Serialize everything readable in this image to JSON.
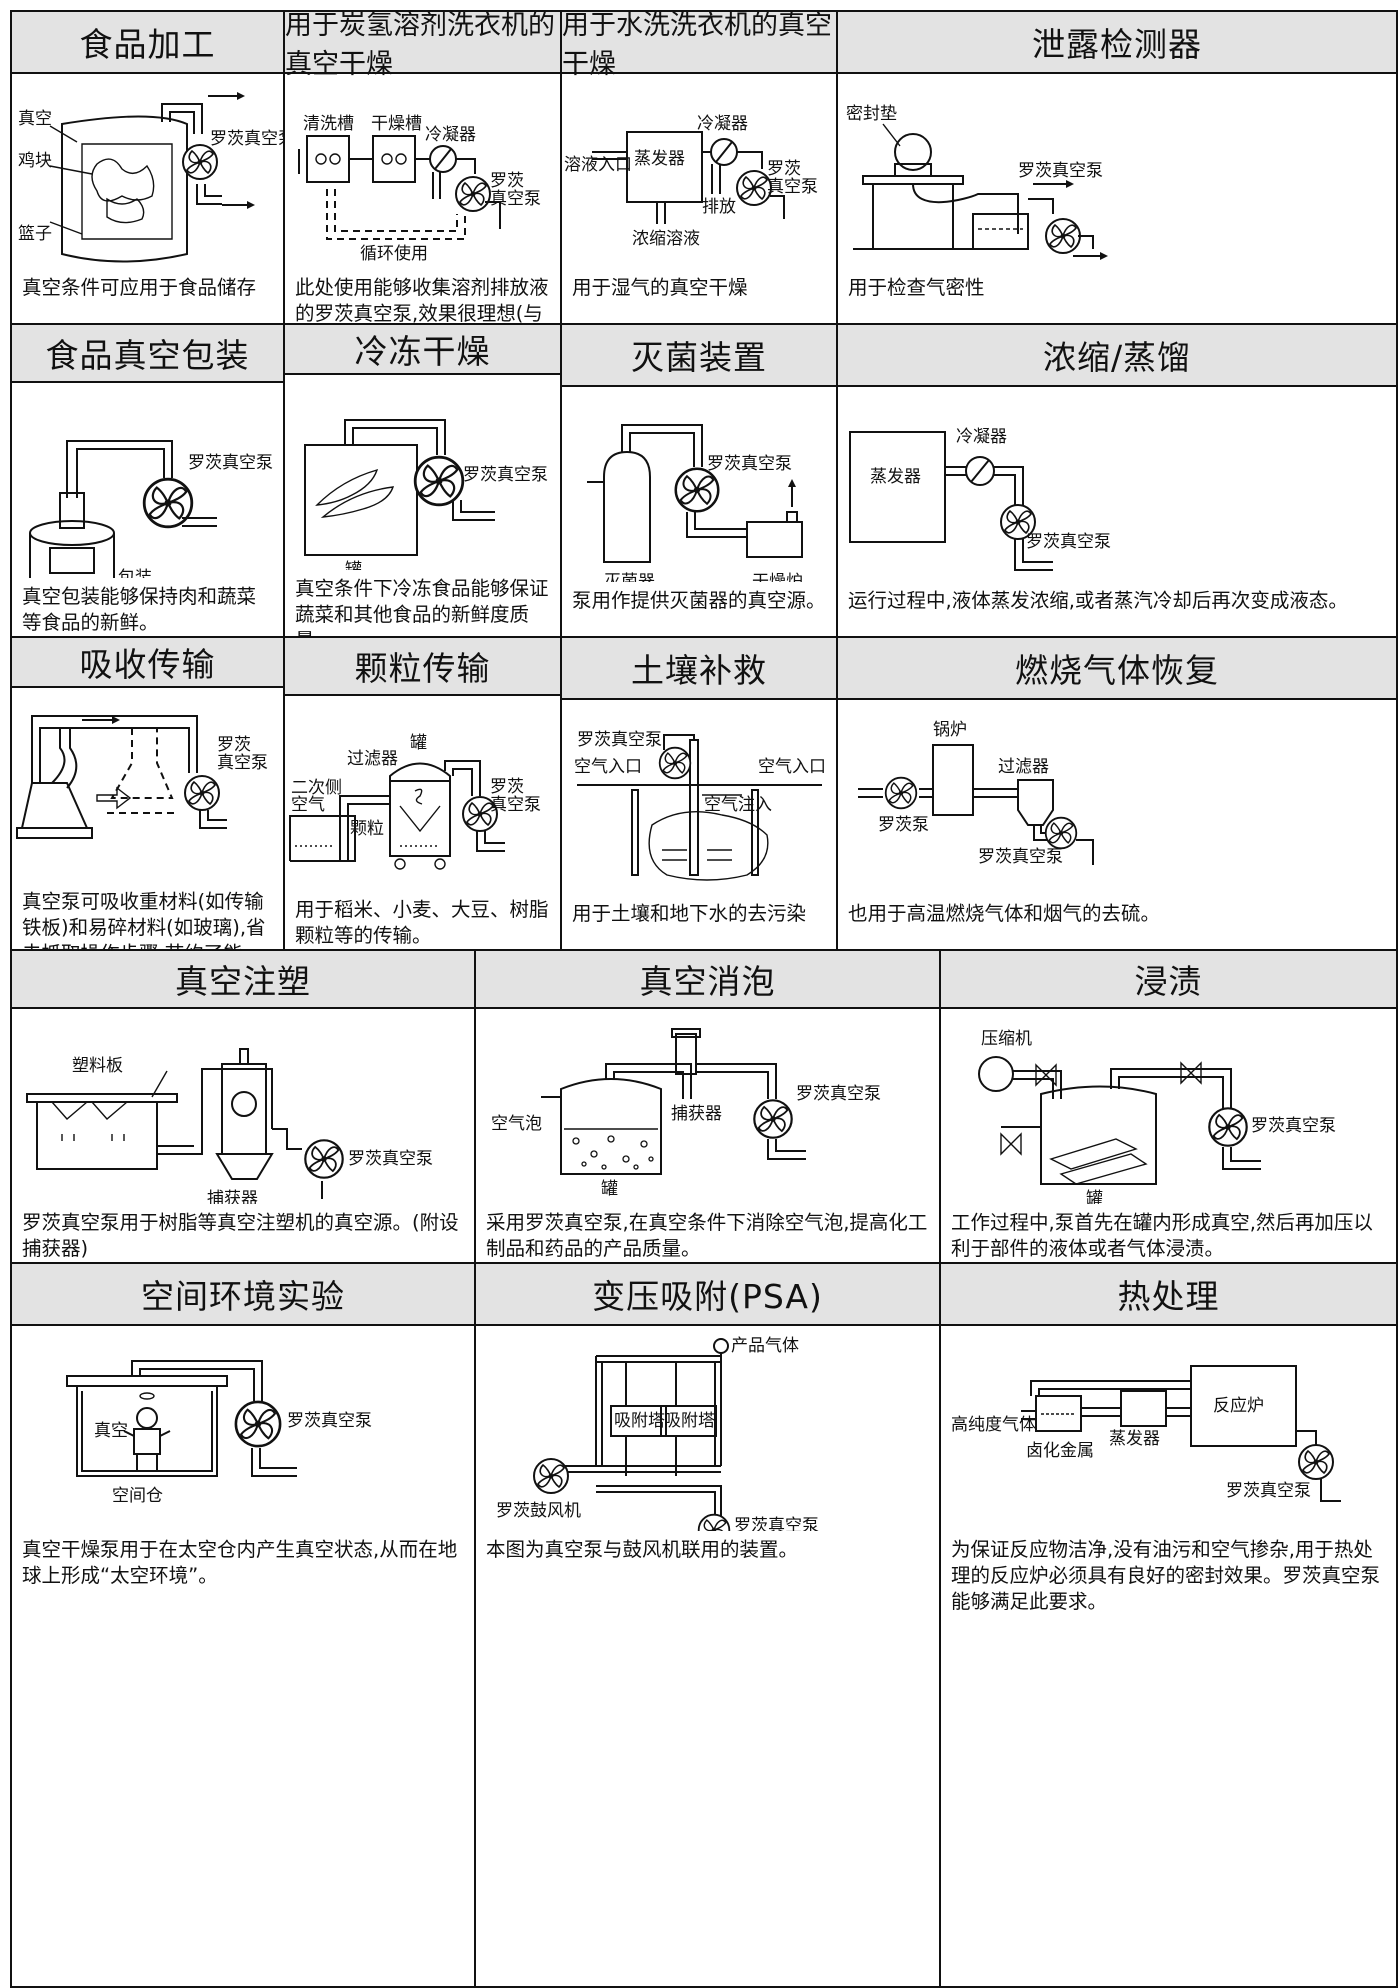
{
  "rows": [
    [
      {
        "title": "食品加工",
        "labels": {
          "l1": "真空",
          "l2": "鸡块",
          "l3": "篮子",
          "pump": "罗茨真空泵"
        },
        "desc": "真空条件可应用于食品储存"
      },
      {
        "title": "用于炭氢溶剂洗衣机的真空干燥",
        "labels": {
          "l1": "清洗槽",
          "l2": "干燥槽",
          "l3": "冷凝器",
          "l4": "循环使用",
          "pump1": "罗茨",
          "pump2": "真空泵"
        },
        "desc": "此处使用能够收集溶剂排放液的罗茨真空泵,效果很理想(与排放壶联用)"
      },
      {
        "title": "用于水洗洗衣机的真空干燥",
        "labels": {
          "l1": "溶液入口",
          "l2": "蒸发器",
          "l3": "冷凝器",
          "l4": "排放",
          "l5": "浓缩溶液",
          "pump1": "罗茨",
          "pump2": "真空泵"
        },
        "desc": "用于湿气的真空干燥"
      },
      {
        "title": "泄露检测器",
        "labels": {
          "l1": "密封垫",
          "pump": "罗茨真空泵"
        },
        "desc": "用于检查气密性"
      }
    ],
    [
      {
        "title": "食品真空包装",
        "labels": {
          "l1": "包装",
          "pump": "罗茨真空泵"
        },
        "desc": "真空包装能够保持肉和蔬菜等食品的新鲜。"
      },
      {
        "title": "冷冻干燥",
        "labels": {
          "l1": "罐",
          "pump": "罗茨真空泵"
        },
        "desc": "真空条件下冷冻食品能够保证蔬菜和其他食品的新鲜度质量。"
      },
      {
        "title": "灭菌装置",
        "labels": {
          "l1": "灭菌器",
          "l2": "干燥炉",
          "pump": "罗茨真空泵"
        },
        "desc": "泵用作提供灭菌器的真空源。"
      },
      {
        "title": "浓缩/蒸馏",
        "labels": {
          "l1": "蒸发器",
          "l2": "冷凝器",
          "pump": "罗茨真空泵"
        },
        "desc": "运行过程中,液体蒸发浓缩,或者蒸汽冷却后再次变成液态。"
      }
    ],
    [
      {
        "title": "吸收传输",
        "labels": {
          "pump1": "罗茨",
          "pump2": "真空泵"
        },
        "desc": "真空泵可吸收重材料(如传输铁板)和易碎材料(如玻璃),省去抓取操作步骤,节约了能源。"
      },
      {
        "title": "颗粒传输",
        "labels": {
          "l1": "过滤器",
          "l2": "罐",
          "l3": "二次侧",
          "l4": "空气",
          "l5": "颗粒",
          "pump1": "罗茨",
          "pump2": "真空泵"
        },
        "desc": "用于稻米、小麦、大豆、树脂颗粒等的传输。"
      },
      {
        "title": "土壤补救",
        "labels": {
          "pump": "罗茨真空泵",
          "l1": "空气入口",
          "l2": "空气入口",
          "l3": "空气注入"
        },
        "desc": "用于土壤和地下水的去污染"
      },
      {
        "title": "燃烧气体恢复",
        "labels": {
          "l1": "锅炉",
          "l2": "过滤器",
          "l3": "罗茨泵",
          "pump": "罗茨真空泵"
        },
        "desc": "也用于高温燃烧气体和烟气的去硫。"
      }
    ],
    [
      {
        "title": "真空注塑",
        "labels": {
          "l1": "塑料板",
          "l2": "捕获器",
          "pump": "罗茨真空泵"
        },
        "desc": "罗茨真空泵用于树脂等真空注塑机的真空源。(附设捕获器)"
      },
      {
        "title": "真空消泡",
        "labels": {
          "l1": "捕获器",
          "l2": "空气泡",
          "l3": "罐",
          "pump": "罗茨真空泵"
        },
        "desc": "采用罗茨真空泵,在真空条件下消除空气泡,提高化工制品和药品的产品质量。"
      },
      {
        "title": "浸渍",
        "labels": {
          "l1": "压缩机",
          "l2": "罐",
          "pump": "罗茨真空泵"
        },
        "desc": "工作过程中,泵首先在罐内形成真空,然后再加压以利于部件的液体或者气体浸渍。"
      }
    ],
    [
      {
        "title": "空间环境实验",
        "labels": {
          "l1": "真空",
          "l2": "空间仓",
          "pump": "罗茨真空泵"
        },
        "desc": "真空干燥泵用于在太空仓内产生真空状态,从而在地球上形成“太空环境”。"
      },
      {
        "title": "变压吸附(PSA)",
        "labels": {
          "l1": "产品气体",
          "l2": "吸附塔",
          "l3": "吸附塔",
          "l4": "罗茨鼓风机",
          "pump": "罗茨真空泵"
        },
        "desc": "本图为真空泵与鼓风机联用的装置。"
      },
      {
        "title": "热处理",
        "labels": {
          "l1": "高纯度气体",
          "l2": "卤化金属",
          "l3": "蒸发器",
          "l4": "反应炉",
          "pump": "罗茨真空泵"
        },
        "desc": "为保证反应物洁净,没有油污和空气掺杂,用于热处理的反应炉必须具有良好的密封效果。罗茨真空泵能够满足此要求。"
      }
    ]
  ]
}
